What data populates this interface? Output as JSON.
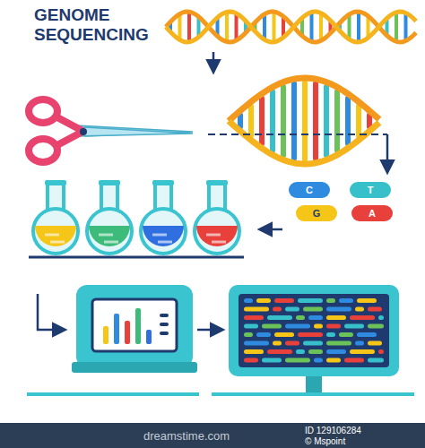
{
  "diagram": {
    "title": "GENOME SEQUENCING",
    "nodes": [
      {
        "text": [
          "C"
        ]
      },
      {
        "text": [
          "T"
        ]
      },
      {
        "text": [
          "G"
        ]
      },
      {
        "text": [
          "A"
        ]
      }
    ],
    "labels": [
      "dreamstime.com",
      "ID 129106284",
      "© Mspoint"
    ]
  }
}
